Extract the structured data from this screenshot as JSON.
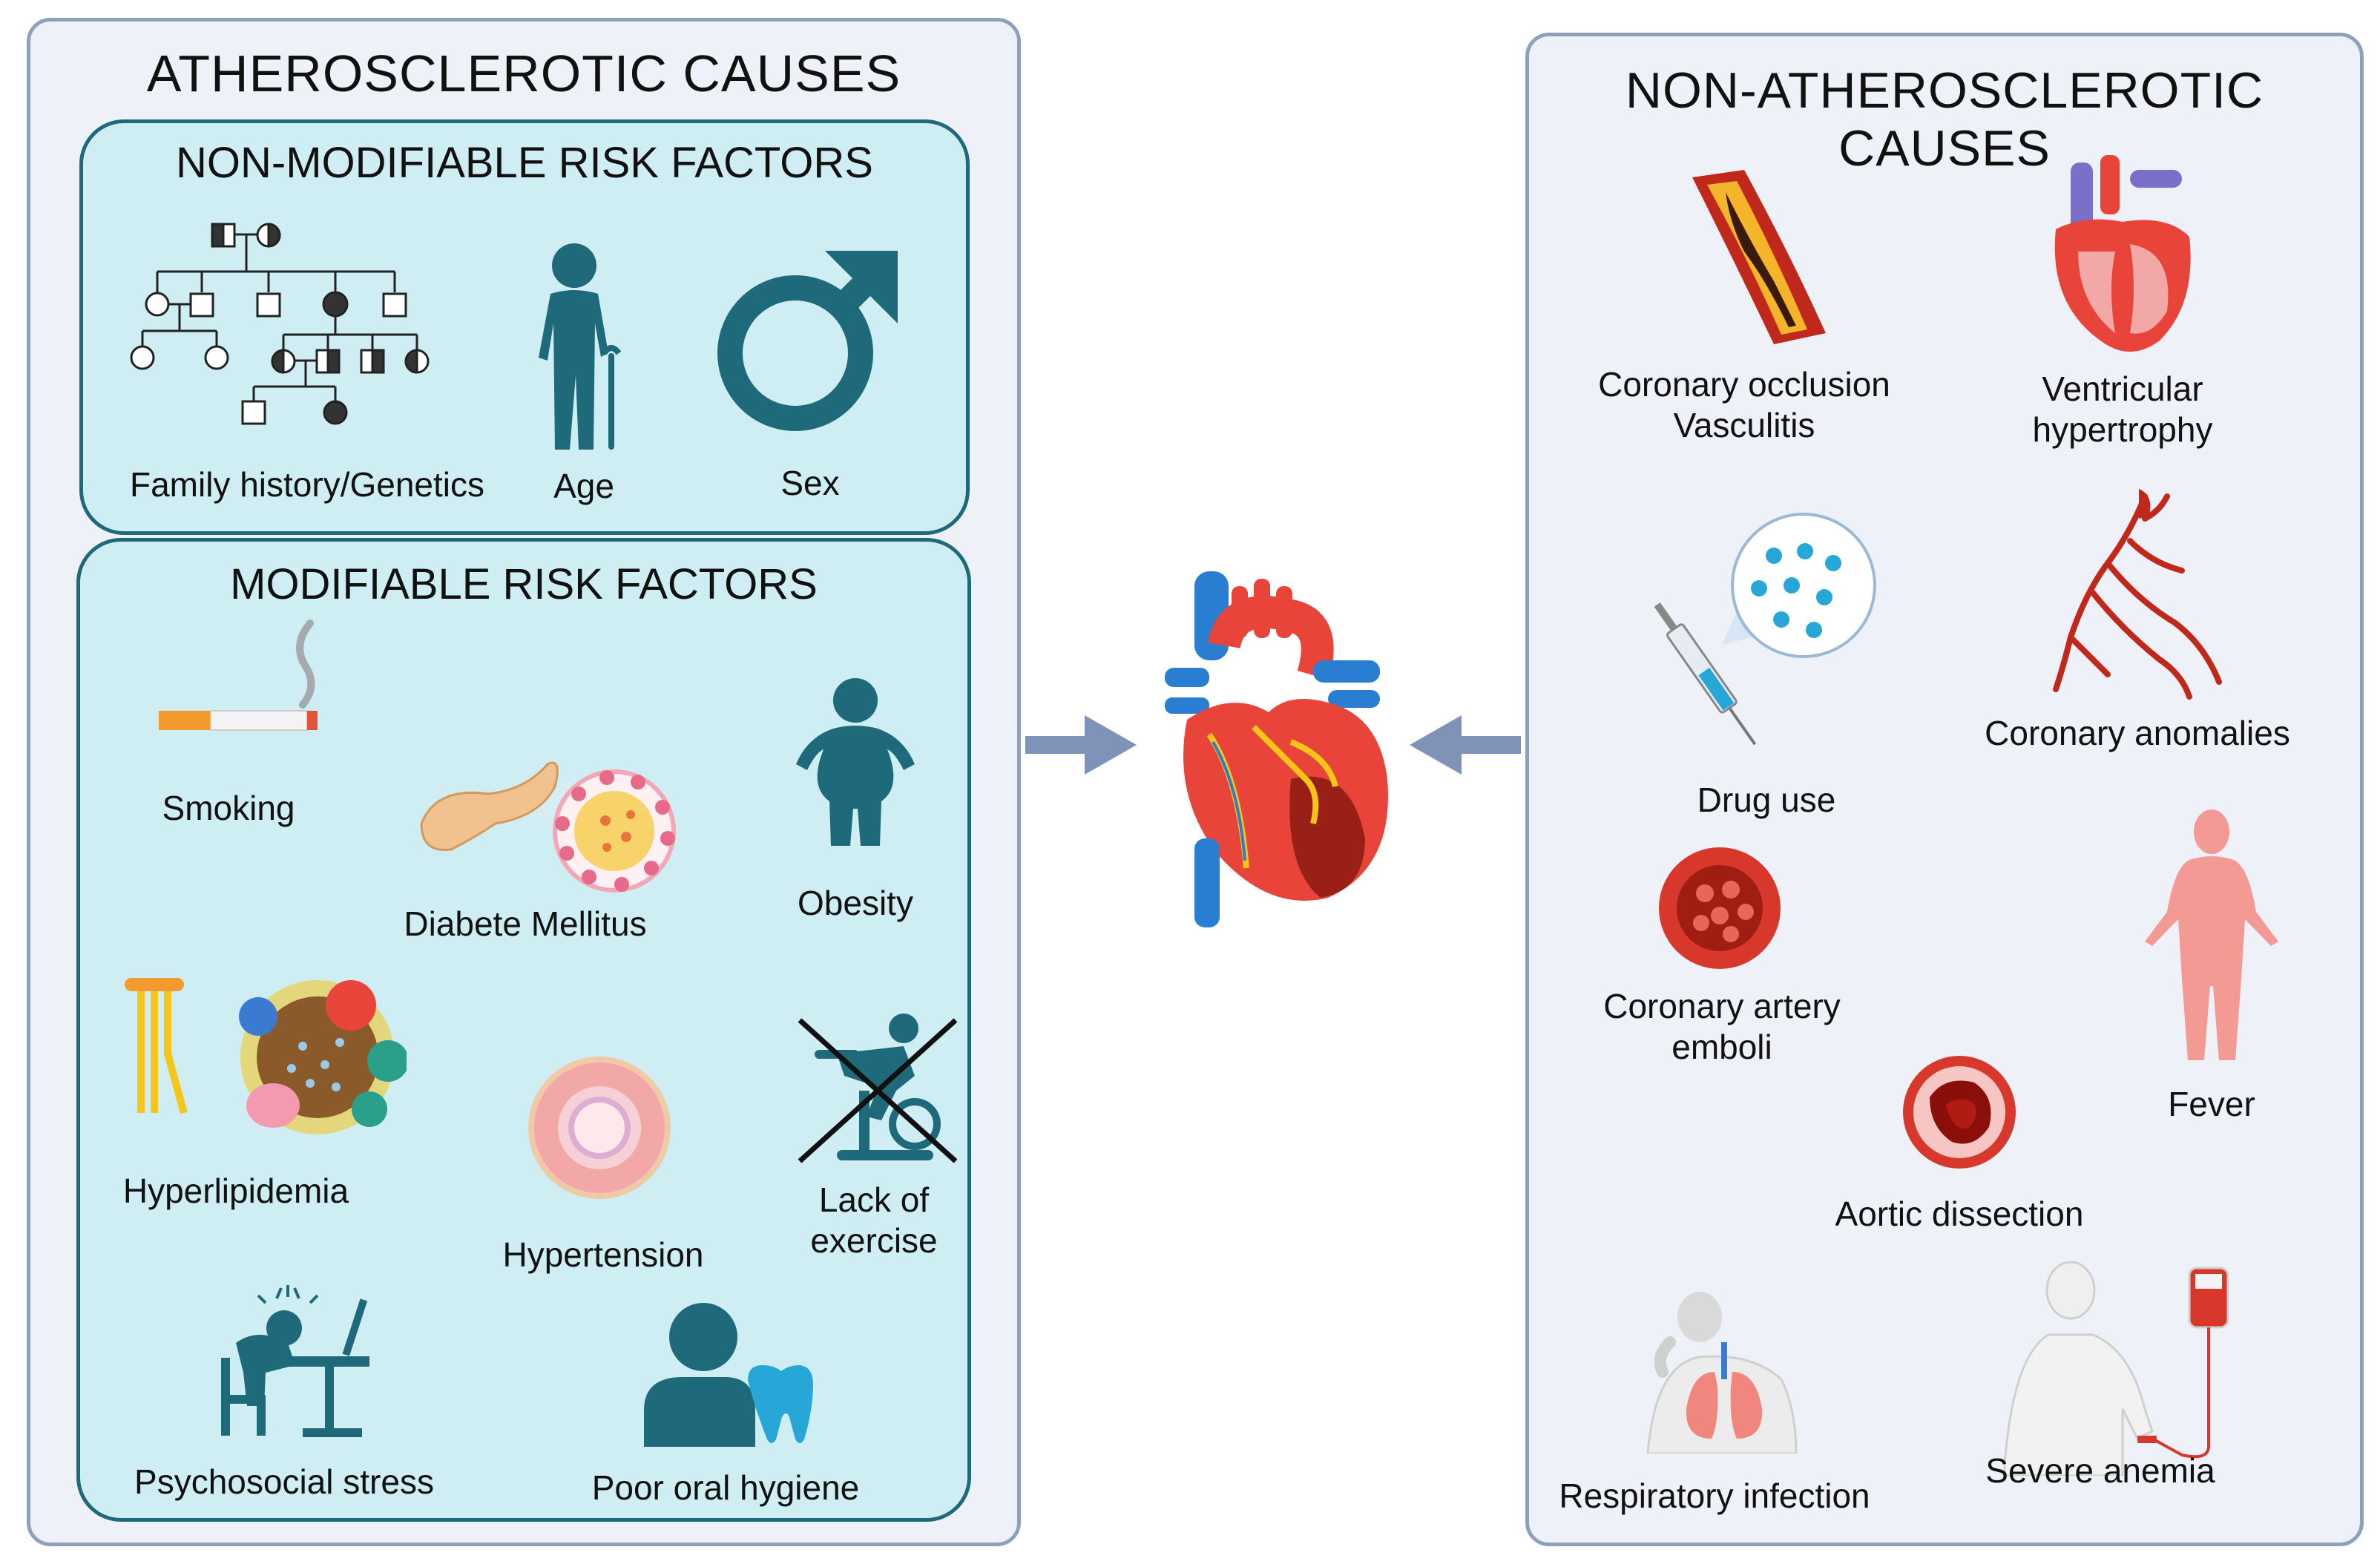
{
  "left_panel": {
    "title": "ATHEROSCLEROTIC CAUSES",
    "non_modifiable": {
      "title": "NON-MODIFIABLE RISK FACTORS",
      "items": [
        {
          "label": "Family history/Genetics",
          "icon": "pedigree-chart-icon"
        },
        {
          "label": "Age",
          "icon": "elderly-person-icon"
        },
        {
          "label": "Sex",
          "icon": "male-symbol-icon"
        }
      ]
    },
    "modifiable": {
      "title": "MODIFIABLE RISK FACTORS",
      "items": [
        {
          "label": "Smoking",
          "icon": "cigarette-icon"
        },
        {
          "label": "Diabete Mellitus",
          "icon": "pancreas-icon"
        },
        {
          "label": "Obesity",
          "icon": "obese-person-icon"
        },
        {
          "label": "Hyperlipidemia",
          "icon": "lipoprotein-icon"
        },
        {
          "label": "Hypertension",
          "icon": "artery-cross-section-icon"
        },
        {
          "label": "Lack of",
          "label2": "exercise",
          "icon": "crossed-exercise-bike-icon"
        },
        {
          "label": "Psychosocial stress",
          "icon": "stressed-person-icon"
        },
        {
          "label": "Poor oral hygiene",
          "icon": "person-tooth-icon"
        }
      ]
    }
  },
  "right_panel": {
    "title": "NON-ATHEROSCLEROTIC CAUSES",
    "items": [
      {
        "label": "Coronary occlusion",
        "label2": "Vasculitis",
        "icon": "occluded-vessel-icon"
      },
      {
        "label": "Ventricular",
        "label2": "hypertrophy",
        "icon": "heart-section-icon"
      },
      {
        "label": "Drug use",
        "icon": "syringe-icon"
      },
      {
        "label": "Coronary anomalies",
        "icon": "coronary-tree-icon"
      },
      {
        "label": "Coronary artery",
        "label2": "emboli",
        "icon": "blood-clot-icon"
      },
      {
        "label": "Fever",
        "icon": "human-body-icon"
      },
      {
        "label": "Aortic dissection",
        "icon": "aorta-section-icon"
      },
      {
        "label": "Respiratory infection",
        "icon": "lungs-cough-icon"
      },
      {
        "label": "Severe anemia",
        "icon": "blood-transfusion-icon"
      }
    ]
  },
  "center": {
    "icon": "anatomical-heart-icon"
  },
  "colors": {
    "panel_bg": "#eef1f8",
    "panel_border": "#8fa0bd",
    "group_bg": "#cfeef4",
    "group_border": "#1e6a7a",
    "icon_teal": "#1e6a7a",
    "arrow": "#7f93b8"
  }
}
